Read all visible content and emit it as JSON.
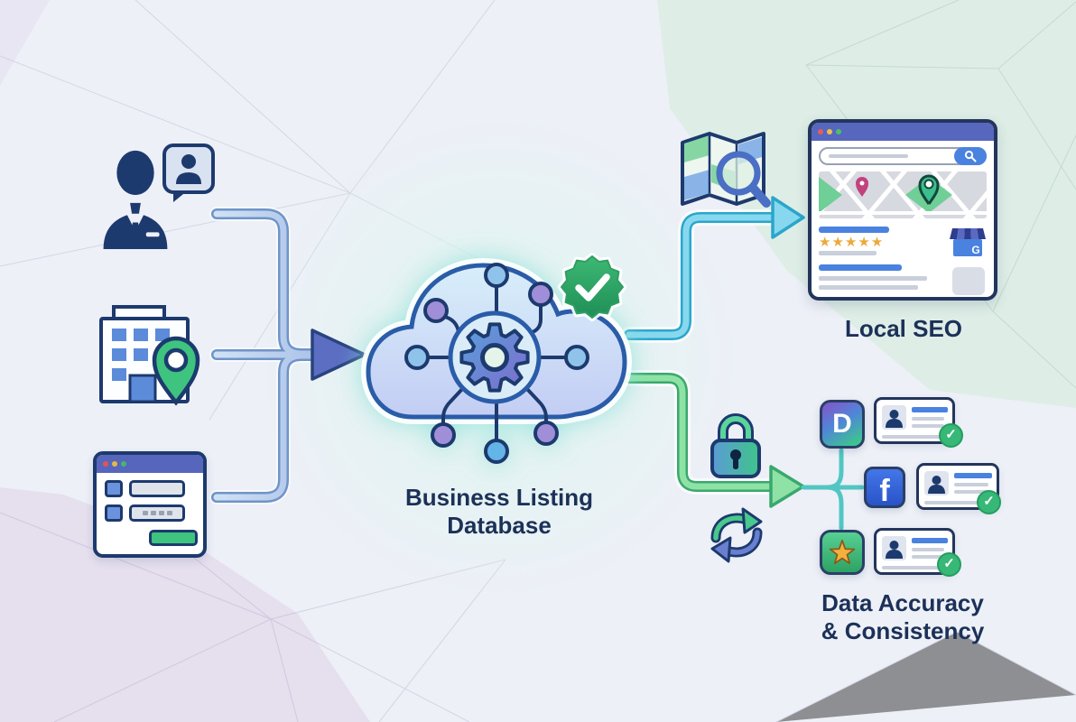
{
  "palette": {
    "navy": "#1d3a6e",
    "text": "#1c3158",
    "blue": "#4a82e0",
    "teal_line": "#52c6c2",
    "green_check": "#38b877",
    "cyan_arrow": "#2aa6cc",
    "green_arrow": "#3aa86e",
    "purple_gear": "#7e6ccc",
    "mint_bg": "#deeee6",
    "lavender_bg": "#e5dfee",
    "base_bg": "#edf0f7"
  },
  "sources": [
    {
      "icon": "businessperson-with-chat-icon"
    },
    {
      "icon": "office-building-with-location-pin-icon"
    },
    {
      "icon": "listing-form-window-icon"
    }
  ],
  "center": {
    "title_line1": "Business Listing",
    "title_line2": "Database",
    "icons": [
      "cloud-icon",
      "gear-icon",
      "network-nodes-icon",
      "verified-badge-icon"
    ]
  },
  "local_seo": {
    "label": "Local SEO",
    "icons": [
      "map-search-icon",
      "browser-window",
      "map-pins",
      "google-business-icon"
    ],
    "browser": {
      "stars": "★★★★★",
      "gmb_letter": "G"
    }
  },
  "data_accuracy": {
    "label_line1": "Data Accuracy",
    "label_line2": "& Consistency",
    "side_icons": [
      "lock-icon",
      "sync-icon"
    ],
    "platforms": [
      {
        "icon": "directory-app-icon",
        "letter": "D"
      },
      {
        "icon": "facebook-icon",
        "letter": "f"
      },
      {
        "icon": "star-review-app-icon"
      }
    ],
    "cards": [
      {
        "check": "✓"
      },
      {
        "check": "✓"
      },
      {
        "check": "✓"
      }
    ]
  }
}
